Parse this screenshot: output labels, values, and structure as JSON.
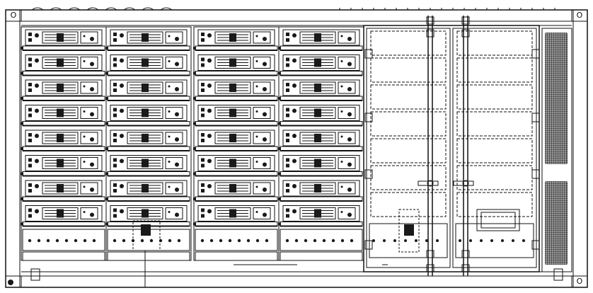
{
  "drawing": {
    "title_hidden": "",
    "corner_marker": "O",
    "battery_racks": 4,
    "modules_per_rack": 8,
    "doors": 2,
    "door_shelves": 7,
    "vent_panels": 2
  },
  "colors": {
    "line": "#111111",
    "background": "#ffffff",
    "fill_dark": "#1a1a1a"
  }
}
